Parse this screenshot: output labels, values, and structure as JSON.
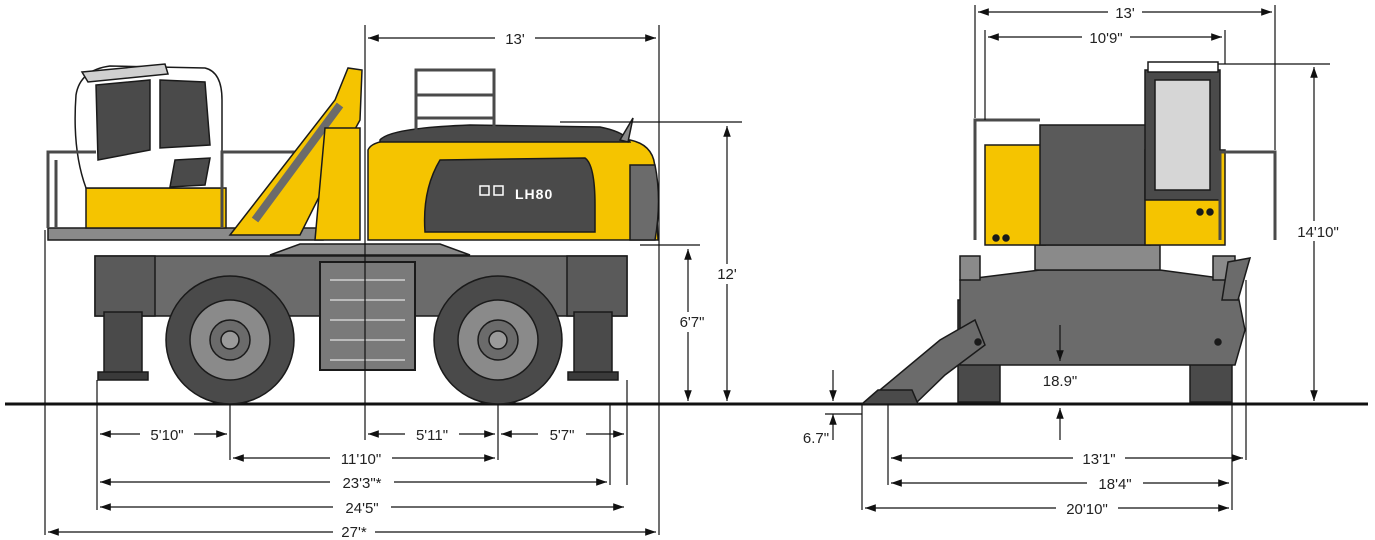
{
  "machine": {
    "model_label": "LH80",
    "colors": {
      "body_yellow": "#f5c400",
      "dark_grey": "#4a4a4a",
      "mid_grey": "#6b6b6b",
      "light_grey": "#8a8a8a",
      "outline": "#1a1a1a"
    }
  },
  "side_view": {
    "dims": {
      "upper_width": "13'",
      "height_cab": "12'",
      "height_base": "6'7\"",
      "rear_overhang": "5'10\"",
      "axle_half": "5'11\"",
      "front_overhang": "5'7\"",
      "wheelbase": "11'10\"",
      "length_a": "23'3\"*",
      "length_b": "24'5\"",
      "length_total": "27'*"
    }
  },
  "front_view": {
    "dims": {
      "width_top": "13'",
      "width_cab": "10'9\"",
      "height_total": "14'10\"",
      "clearance": "18.9\"",
      "blade_height": "6.7\"",
      "track_a": "13'1\"",
      "track_b": "18'4\"",
      "track_total": "20'10\""
    }
  }
}
